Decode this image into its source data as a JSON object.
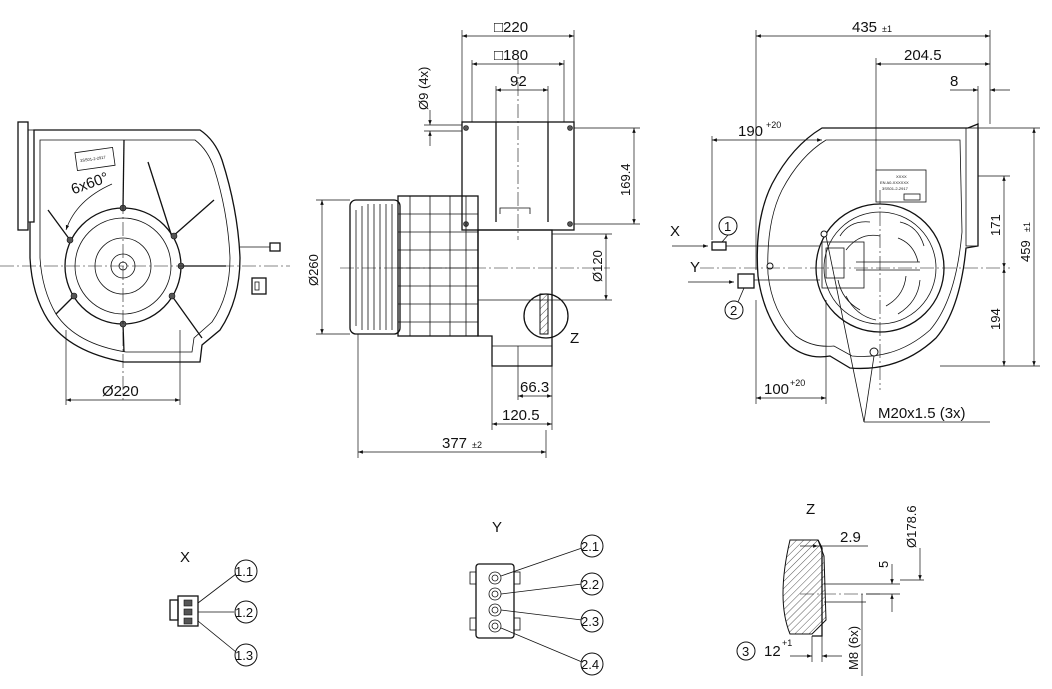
{
  "dimensions": {
    "sq220": "□220",
    "sq180": "□180",
    "d92": "92",
    "holes": "Ø9 (4x)",
    "h169": "169.4",
    "d120": "Ø120",
    "d260": "Ø260",
    "d66": "66.3",
    "d120_5": "120.5",
    "d377": "377",
    "tol377": "±2",
    "d220": "Ø220",
    "blades": "6x60°",
    "d435": "435",
    "tol435": "±1",
    "d204": "204.5",
    "d8": "8",
    "d190": "190",
    "tol190": "+20",
    "d171": "171",
    "d459": "459",
    "tol459": "±1",
    "d194": "194",
    "d100": "100",
    "tol100": "+20",
    "thread": "M20x1.5 (3x)",
    "d2_9": "2.9",
    "d5": "5",
    "d178": "Ø178.6",
    "d12": "12",
    "tol12": "+1",
    "m8": "M8 (6x)"
  },
  "views": {
    "x_label": "X",
    "y_label": "Y",
    "z_label": "Z",
    "x_detail_title": "X",
    "y_detail_title": "Y",
    "z_detail_title": "Z"
  },
  "callouts": {
    "c1": "1",
    "c2": "2",
    "c3": "3",
    "c11": "1.1",
    "c12": "1.2",
    "c13": "1.3",
    "c21": "2.1",
    "c22": "2.2",
    "c23": "2.3",
    "c24": "2.4"
  },
  "labels": {
    "front_plate": "3SS01-2-2917",
    "nameplate_line1": "XXXX",
    "nameplate_line2": "EN   A0-XXXXXX",
    "nameplate_line3": "3SS01-2-2917"
  }
}
